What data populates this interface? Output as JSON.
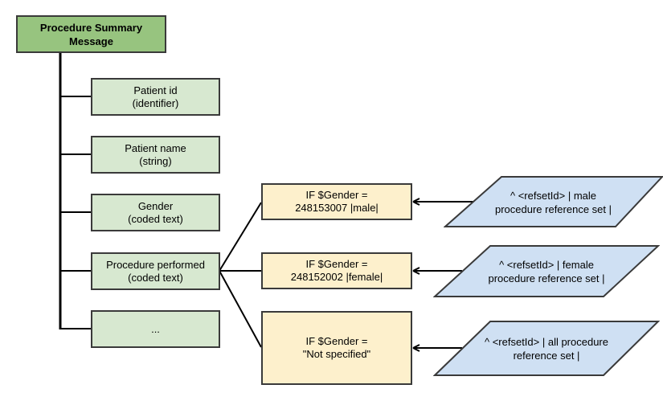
{
  "diagram": {
    "root": {
      "line1": "Procedure Summary",
      "line2": "Message"
    },
    "children": [
      {
        "line1": "Patient id",
        "line2": "(identifier)"
      },
      {
        "line1": "Patient name",
        "line2": "(string)"
      },
      {
        "line1": "Gender",
        "line2": "(coded text)"
      },
      {
        "line1": "Procedure performed",
        "line2": "(coded text)"
      },
      {
        "line1": "...",
        "line2": ""
      }
    ],
    "conditions": [
      {
        "line1": "IF $Gender =",
        "line2": "248153007 |male|"
      },
      {
        "line1": "IF $Gender =",
        "line2": "248152002 |female|"
      },
      {
        "line1": "IF $Gender =",
        "line2": "\"Not specified\""
      }
    ],
    "refsets": [
      {
        "line1": "^ <refsetId> | male",
        "line2": "procedure reference set |"
      },
      {
        "line1": "^ <refsetId> | female",
        "line2": "procedure reference set |"
      },
      {
        "line1": "^ <refsetId> | all procedure",
        "line2": "reference set |"
      }
    ],
    "colors": {
      "root_fill": "#97c47f",
      "child_fill": "#d7e8d0",
      "condition_fill": "#fdf0cc",
      "refset_fill": "#cfe0f3",
      "stroke": "#3a3a3a"
    }
  }
}
